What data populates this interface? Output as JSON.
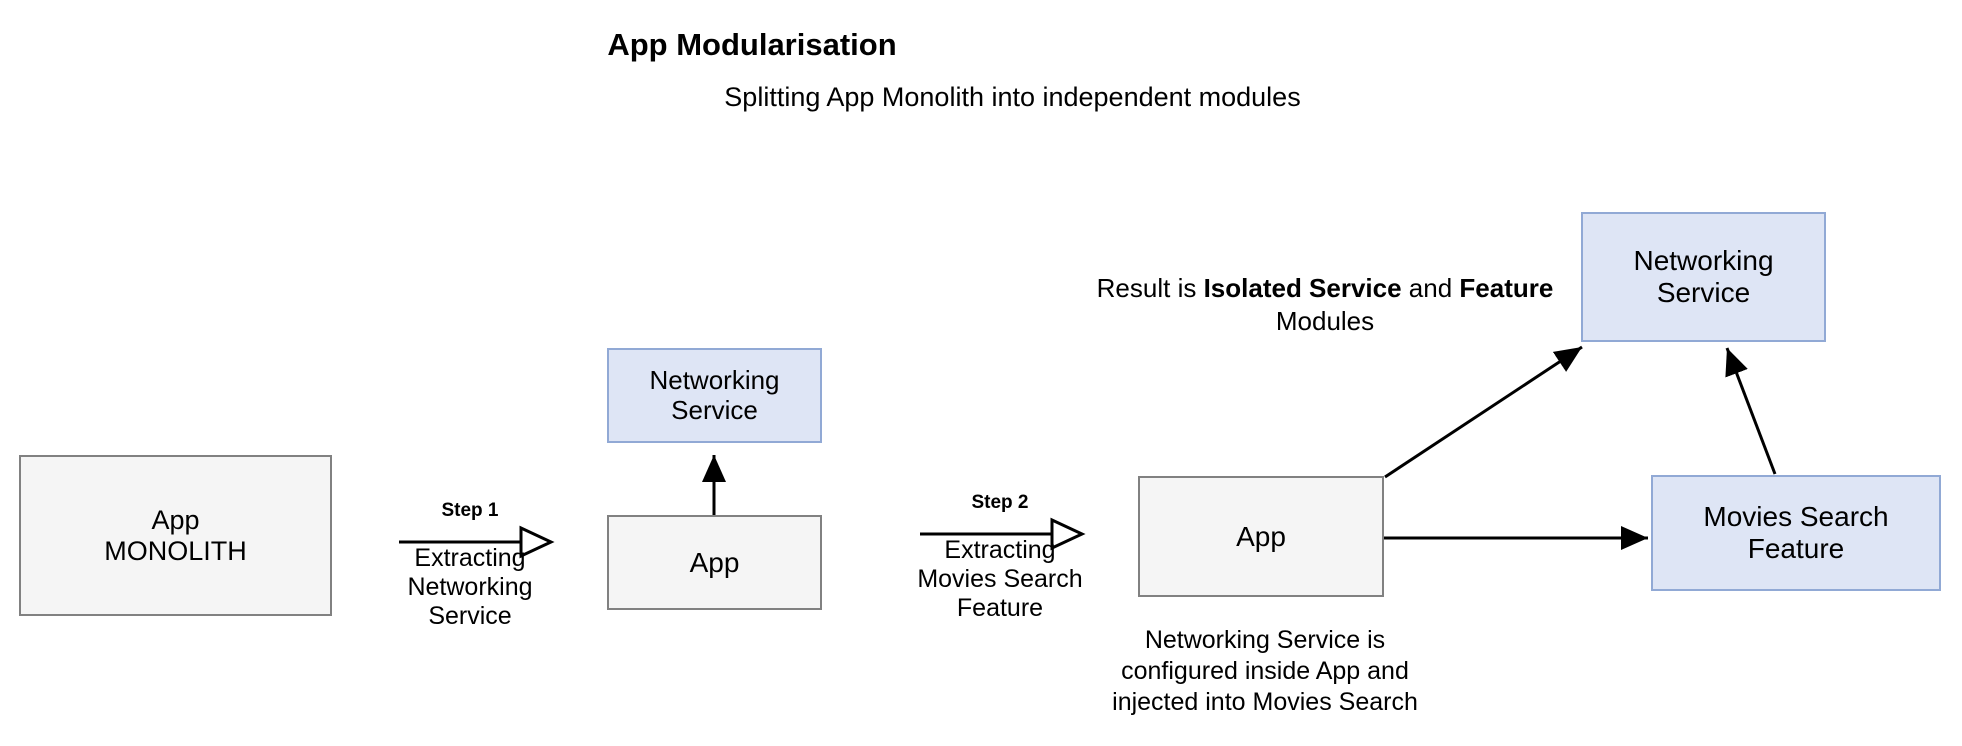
{
  "header": {
    "title": "App Modularisation",
    "subtitle": "Splitting App Monolith into independent modules"
  },
  "boxes": {
    "monolith": {
      "label": "App\nMONOLITH",
      "fill": "#f5f5f5",
      "stroke": "#818181"
    },
    "networking_mid": {
      "label": "Networking\nService",
      "fill": "#dee5f5",
      "stroke": "#91a9d5"
    },
    "app_mid": {
      "label": "App",
      "fill": "#f5f5f5",
      "stroke": "#818181"
    },
    "app_right": {
      "label": "App",
      "fill": "#f5f5f5",
      "stroke": "#818181"
    },
    "networking_right": {
      "label": "Networking\nService",
      "fill": "#dee5f5",
      "stroke": "#91a9d5"
    },
    "movies_right": {
      "label": "Movies Search\nFeature",
      "fill": "#dee5f5",
      "stroke": "#91a9d5"
    }
  },
  "steps": [
    {
      "id": "step-1",
      "label": "Step 1",
      "caption": "Extracting\nNetworking\nService"
    },
    {
      "id": "step-2",
      "label": "Step 2",
      "caption": "Extracting\nMovies Search\nFeature"
    }
  ],
  "annotations": {
    "result": {
      "prefix": "Result is ",
      "bold1": "Isolated Service",
      "middle": " and ",
      "bold2": "Feature",
      "suffix": " Modules"
    },
    "injected": "Networking Service is\nconfigured inside App and\ninjected into Movies Search"
  },
  "connectors": [
    {
      "name": "app-mid-to-networking-mid",
      "head": "filled"
    },
    {
      "name": "app-right-to-networking-right",
      "head": "filled"
    },
    {
      "name": "app-right-to-movies-right",
      "head": "filled"
    },
    {
      "name": "movies-right-to-networking-right",
      "head": "filled"
    },
    {
      "name": "step-1-arrow",
      "head": "open"
    },
    {
      "name": "step-2-arrow",
      "head": "open"
    }
  ],
  "colors": {
    "background": "#ffffff",
    "module_fill": "#dee5f5",
    "module_stroke": "#91a9d5",
    "app_fill": "#f5f5f5",
    "app_stroke": "#818181",
    "line": "#000000"
  }
}
